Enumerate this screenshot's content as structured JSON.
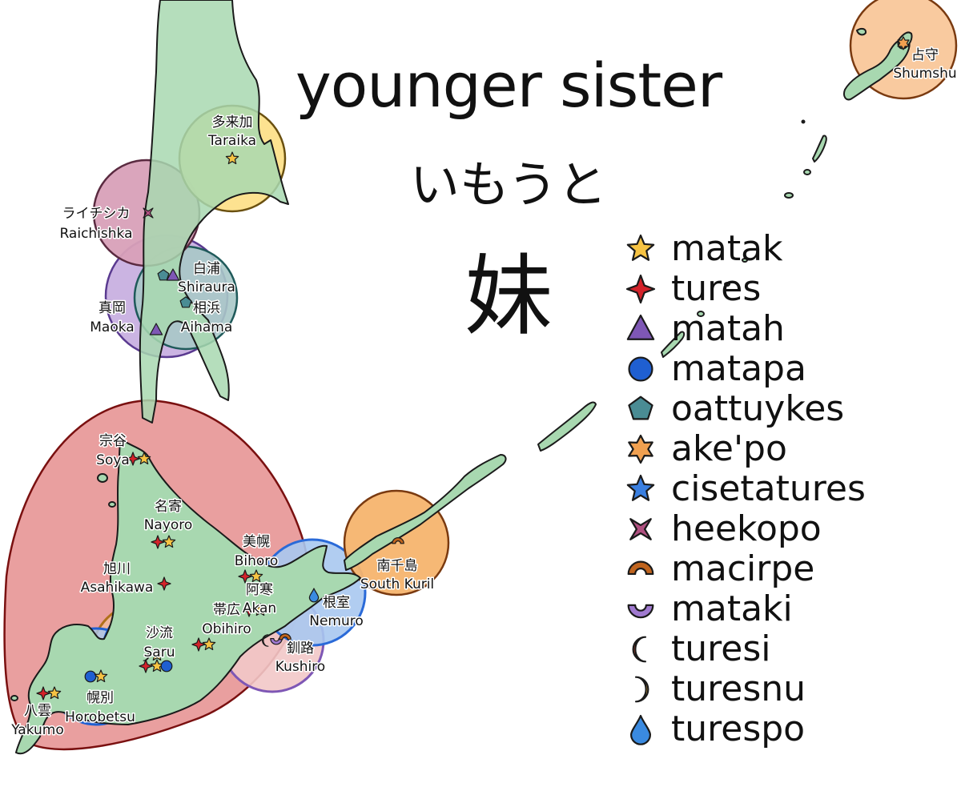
{
  "title": {
    "english": "younger sister",
    "kana": "いもうと",
    "kanji": "妹"
  },
  "legend": [
    {
      "form": "matak",
      "icon": "star-icon",
      "color": "#f6c343"
    },
    {
      "form": "tures",
      "icon": "four-point-star-icon",
      "color": "#d4232a"
    },
    {
      "form": "matah",
      "icon": "triangle-icon",
      "color": "#7e57b5"
    },
    {
      "form": "matapa",
      "icon": "circle-icon",
      "color": "#1f5fd1"
    },
    {
      "form": "oattuykes",
      "icon": "pentagon-icon",
      "color": "#4a8c94"
    },
    {
      "form": "ake'po",
      "icon": "six-point-star-icon",
      "color": "#f0a050"
    },
    {
      "form": "cisetatures",
      "icon": "blue-star-icon",
      "color": "#3a7fe0"
    },
    {
      "form": "heekopo",
      "icon": "bowtie-square-icon",
      "color": "#b05080"
    },
    {
      "form": "macirpe",
      "icon": "arch-icon",
      "color": "#c0641e"
    },
    {
      "form": "mataki",
      "icon": "bowl-icon",
      "color": "#a07ad0"
    },
    {
      "form": "turesi",
      "icon": "crescent-icon",
      "color": "#d04a30"
    },
    {
      "form": "turesnu",
      "icon": "open-crescent-icon",
      "color": "#f2b640"
    },
    {
      "form": "turespo",
      "icon": "drop-icon",
      "color": "#3a8ae0"
    }
  ],
  "places": {
    "taraika": {
      "ja": "多来加",
      "en": "Taraika"
    },
    "raichishka": {
      "ja": "ライチシカ",
      "en": "Raichishka"
    },
    "shiraura": {
      "ja": "白浦",
      "en": "Shiraura"
    },
    "maoka": {
      "ja": "真岡",
      "en": "Maoka"
    },
    "aihama": {
      "ja": "相浜",
      "en": "Aihama"
    },
    "soya": {
      "ja": "宗谷",
      "en": "Soya"
    },
    "nayoro": {
      "ja": "名寄",
      "en": "Nayoro"
    },
    "bihoro": {
      "ja": "美幌",
      "en": "Bihoro"
    },
    "asahikawa": {
      "ja": "旭川",
      "en": "Asahikawa"
    },
    "akan": {
      "ja": "阿寒",
      "en": "Akan"
    },
    "obihiro": {
      "ja": "帯広",
      "en": "Obihiro"
    },
    "nemuro": {
      "ja": "根室",
      "en": "Nemuro"
    },
    "saru": {
      "ja": "沙流",
      "en": "Saru"
    },
    "kushiro": {
      "ja": "釧路",
      "en": "Kushiro"
    },
    "yakumo": {
      "ja": "八雲",
      "en": "Yakumo"
    },
    "horobetsu": {
      "ja": "幌別",
      "en": "Horobetsu"
    },
    "south_kuril": {
      "ja": "南千島",
      "en": "South Kuril"
    },
    "shumshu": {
      "ja": "占守",
      "en": "Shumshu"
    }
  },
  "colors": {
    "land": "#a8d8b0",
    "hokkaido_region": "#e89a9a",
    "taraika_region": "#fde08a",
    "raichishka_region": "#d8a0b8",
    "kuril_region": "#f6b46e",
    "nemuro_region": "#a8c8f0"
  }
}
